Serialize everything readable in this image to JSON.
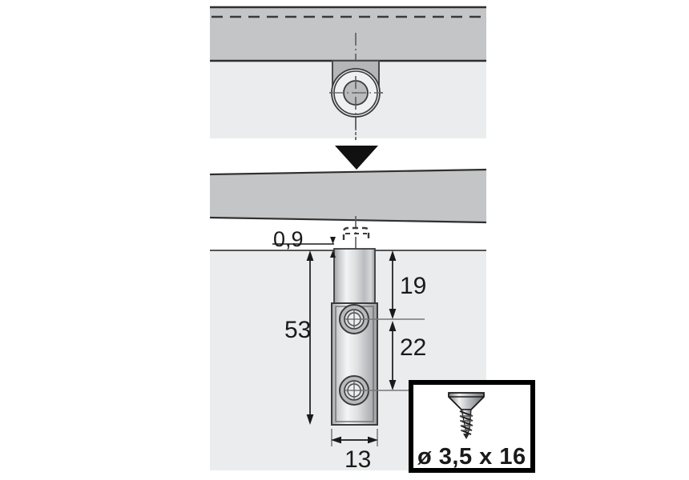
{
  "figure": {
    "title": "Connector fitting mounting drawing",
    "colors": {
      "panel_light": "#ebecee",
      "panel_gray": "#c4c5c7",
      "outline": "#3c3c3c",
      "dimension": "#1a1a1a",
      "metal_light": "#f2f3f4",
      "metal_mid": "#c9cbcd",
      "metal_dark": "#9a9da0",
      "inset_border": "#000000",
      "arrow_black": "#111111"
    }
  },
  "views": {
    "top_view": {
      "name": "plan-view",
      "panel_label": "upper gray panel",
      "hidden_line": "dashed",
      "fitting": "round-cam-connector"
    },
    "flow_arrow": {
      "name": "down-arrow",
      "glyph": "▼"
    },
    "bottom_view": {
      "name": "section-view",
      "panel_label": "lower gray panel",
      "fitting": "connector-body-with-two-screw-holes"
    }
  },
  "dimensions": {
    "gap": {
      "value": "0,9",
      "unit": "mm",
      "description": "gap between panel and substrate"
    },
    "total_height": {
      "value": "53",
      "unit": "mm",
      "description": "overall connector length"
    },
    "to_first_hole": {
      "value": "19",
      "unit": "mm",
      "description": "top edge to first screw hole"
    },
    "hole_spacing": {
      "value": "22",
      "unit": "mm",
      "description": "distance between screw holes"
    },
    "width": {
      "value": "13",
      "unit": "mm",
      "description": "connector width"
    }
  },
  "inset": {
    "name": "screw-spec-box",
    "icon": "countersunk-wood-screw",
    "spec": "ø 3,5 x 16"
  }
}
